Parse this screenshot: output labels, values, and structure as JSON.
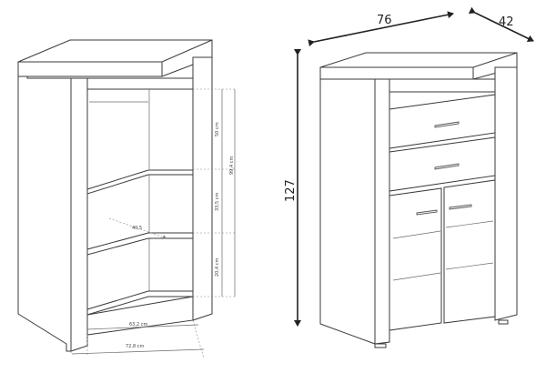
{
  "open_cabinet": {
    "dims": {
      "top_shelf_gap": "50 cm",
      "inner_total_height": "99,4 cm",
      "middle_gap": "33,5 cm",
      "bottom_gap": "20,4 cm",
      "shelf_depth": "40,5",
      "inner_width": "63,2 cm",
      "outer_width": "72,8 cm"
    }
  },
  "closed_cabinet": {
    "dims": {
      "width": "76",
      "depth": "42",
      "height": "127"
    }
  }
}
